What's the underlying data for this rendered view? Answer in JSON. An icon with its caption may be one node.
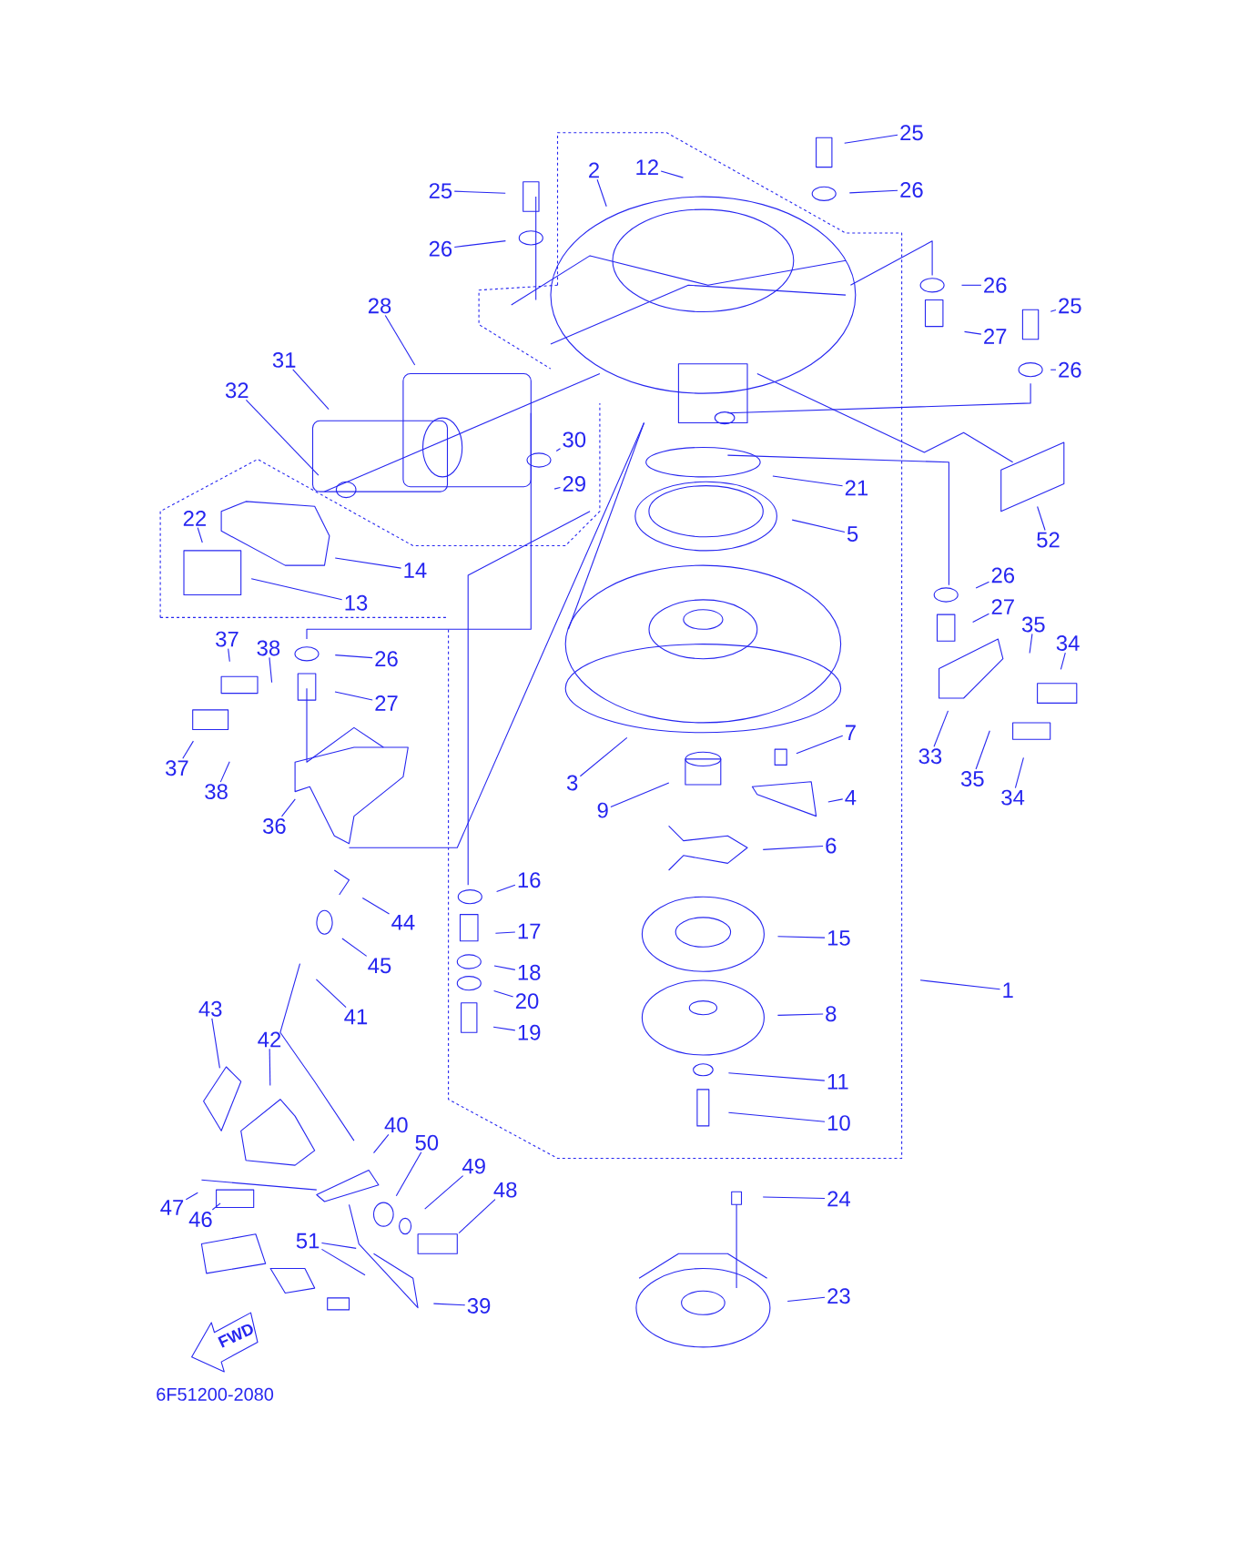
{
  "diagram": {
    "nodes": [
      {
        "text": [
          "25"
        ]
      },
      {
        "text": [
          "26"
        ]
      },
      {
        "text": [
          "25"
        ]
      },
      {
        "text": [
          "26"
        ]
      },
      {
        "text": [
          "2"
        ]
      },
      {
        "text": [
          "12"
        ]
      },
      {
        "text": [
          "26"
        ]
      },
      {
        "text": [
          "25"
        ]
      },
      {
        "text": [
          "27"
        ]
      },
      {
        "text": [
          "26"
        ]
      },
      {
        "text": [
          "28"
        ]
      },
      {
        "text": [
          "31"
        ]
      },
      {
        "text": [
          "32"
        ]
      },
      {
        "text": [
          "30"
        ]
      },
      {
        "text": [
          "29"
        ]
      },
      {
        "text": [
          "21"
        ]
      },
      {
        "text": [
          "5"
        ]
      },
      {
        "text": [
          "52"
        ]
      },
      {
        "text": [
          "22"
        ]
      },
      {
        "text": [
          "14"
        ]
      },
      {
        "text": [
          "13"
        ]
      },
      {
        "text": [
          "26"
        ]
      },
      {
        "text": [
          "27"
        ]
      },
      {
        "text": [
          "35"
        ]
      },
      {
        "text": [
          "34"
        ]
      },
      {
        "text": [
          "37"
        ]
      },
      {
        "text": [
          "38"
        ]
      },
      {
        "text": [
          "26"
        ]
      },
      {
        "text": [
          "27"
        ]
      },
      {
        "text": [
          "7"
        ]
      },
      {
        "text": [
          "33"
        ]
      },
      {
        "text": [
          "35"
        ]
      },
      {
        "text": [
          "34"
        ]
      },
      {
        "text": [
          "37"
        ]
      },
      {
        "text": [
          "38"
        ]
      },
      {
        "text": [
          "3"
        ]
      },
      {
        "text": [
          "9"
        ]
      },
      {
        "text": [
          "4"
        ]
      },
      {
        "text": [
          "36"
        ]
      },
      {
        "text": [
          "6"
        ]
      },
      {
        "text": [
          "16"
        ]
      },
      {
        "text": [
          "44"
        ]
      },
      {
        "text": [
          "17"
        ]
      },
      {
        "text": [
          "15"
        ]
      },
      {
        "text": [
          "45"
        ]
      },
      {
        "text": [
          "18"
        ]
      },
      {
        "text": [
          "20"
        ]
      },
      {
        "text": [
          "1"
        ]
      },
      {
        "text": [
          "41"
        ]
      },
      {
        "text": [
          "8"
        ]
      },
      {
        "text": [
          "19"
        ]
      },
      {
        "text": [
          "43"
        ]
      },
      {
        "text": [
          "42"
        ]
      },
      {
        "text": [
          "11"
        ]
      },
      {
        "text": [
          "10"
        ]
      },
      {
        "text": [
          "40"
        ]
      },
      {
        "text": [
          "50"
        ]
      },
      {
        "text": [
          "49"
        ]
      },
      {
        "text": [
          "48"
        ]
      },
      {
        "text": [
          "47"
        ]
      },
      {
        "text": [
          "46"
        ]
      },
      {
        "text": [
          "24"
        ]
      },
      {
        "text": [
          "51"
        ]
      },
      {
        "text": [
          "39"
        ]
      },
      {
        "text": [
          "23"
        ]
      }
    ],
    "edges": [
      {
        "from": 0,
        "to": null,
        "arrow": "none"
      },
      {
        "from": 1,
        "to": null,
        "arrow": "none"
      },
      {
        "from": 2,
        "to": null,
        "arrow": "none"
      },
      {
        "from": 3,
        "to": null,
        "arrow": "none"
      },
      {
        "from": 4,
        "to": null,
        "arrow": "none"
      },
      {
        "from": 5,
        "to": null,
        "arrow": "none"
      },
      {
        "from": 6,
        "to": null,
        "arrow": "none"
      },
      {
        "from": 7,
        "to": null,
        "arrow": "none"
      },
      {
        "from": 8,
        "to": null,
        "arrow": "none"
      },
      {
        "from": 9,
        "to": null,
        "arrow": "none"
      },
      {
        "from": 10,
        "to": null,
        "arrow": "none"
      },
      {
        "from": 11,
        "to": null,
        "arrow": "none"
      },
      {
        "from": 12,
        "to": null,
        "arrow": "none"
      },
      {
        "from": 13,
        "to": null,
        "arrow": "none"
      },
      {
        "from": 14,
        "to": null,
        "arrow": "none"
      },
      {
        "from": 15,
        "to": null,
        "arrow": "none"
      },
      {
        "from": 16,
        "to": null,
        "arrow": "none"
      },
      {
        "from": 17,
        "to": null,
        "arrow": "none"
      },
      {
        "from": 18,
        "to": null,
        "arrow": "none"
      },
      {
        "from": 19,
        "to": null,
        "arrow": "none"
      },
      {
        "from": 20,
        "to": null,
        "arrow": "none"
      },
      {
        "from": 21,
        "to": null,
        "arrow": "none"
      },
      {
        "from": 22,
        "to": null,
        "arrow": "none"
      },
      {
        "from": 23,
        "to": null,
        "arrow": "none"
      },
      {
        "from": 24,
        "to": null,
        "arrow": "none"
      },
      {
        "from": 25,
        "to": null,
        "arrow": "none"
      },
      {
        "from": 26,
        "to": null,
        "arrow": "none"
      },
      {
        "from": 27,
        "to": null,
        "arrow": "none"
      },
      {
        "from": 28,
        "to": null,
        "arrow": "none"
      },
      {
        "from": 29,
        "to": null,
        "arrow": "none"
      },
      {
        "from": 30,
        "to": null,
        "arrow": "none"
      },
      {
        "from": 31,
        "to": null,
        "arrow": "none"
      },
      {
        "from": 32,
        "to": null,
        "arrow": "none"
      },
      {
        "from": 33,
        "to": null,
        "arrow": "none"
      },
      {
        "from": 34,
        "to": null,
        "arrow": "none"
      },
      {
        "from": 35,
        "to": null,
        "arrow": "none"
      },
      {
        "from": 36,
        "to": null,
        "arrow": "none"
      },
      {
        "from": 37,
        "to": null,
        "arrow": "none"
      },
      {
        "from": 38,
        "to": null,
        "arrow": "none"
      },
      {
        "from": 39,
        "to": null,
        "arrow": "none"
      },
      {
        "from": 40,
        "to": null,
        "arrow": "none"
      },
      {
        "from": 41,
        "to": null,
        "arrow": "none"
      },
      {
        "from": 42,
        "to": null,
        "arrow": "none"
      },
      {
        "from": 43,
        "to": null,
        "arrow": "none"
      },
      {
        "from": 44,
        "to": null,
        "arrow": "none"
      },
      {
        "from": 45,
        "to": null,
        "arrow": "none"
      },
      {
        "from": 46,
        "to": null,
        "arrow": "none"
      },
      {
        "from": 47,
        "to": null,
        "arrow": "none"
      },
      {
        "from": 48,
        "to": null,
        "arrow": "none"
      },
      {
        "from": 49,
        "to": null,
        "arrow": "none"
      },
      {
        "from": 50,
        "to": null,
        "arrow": "none"
      },
      {
        "from": 51,
        "to": null,
        "arrow": "none"
      },
      {
        "from": 52,
        "to": null,
        "arrow": "none"
      },
      {
        "from": 53,
        "to": null,
        "arrow": "none"
      },
      {
        "from": 54,
        "to": null,
        "arrow": "none"
      },
      {
        "from": 55,
        "to": null,
        "arrow": "none"
      },
      {
        "from": 56,
        "to": null,
        "arrow": "none"
      },
      {
        "from": 57,
        "to": null,
        "arrow": "none"
      },
      {
        "from": 58,
        "to": null,
        "arrow": "none"
      },
      {
        "from": 59,
        "to": null,
        "arrow": "none"
      },
      {
        "from": 60,
        "to": null,
        "arrow": "none"
      },
      {
        "from": 61,
        "to": null,
        "arrow": "none"
      },
      {
        "from": 62,
        "to": null,
        "arrow": "none"
      },
      {
        "from": 62,
        "to": null,
        "arrow": "none"
      },
      {
        "from": 63,
        "to": null,
        "arrow": "none"
      },
      {
        "from": 64,
        "to": null,
        "arrow": "none"
      }
    ],
    "labels": [
      "FWD",
      "6F51200-2080"
    ]
  }
}
